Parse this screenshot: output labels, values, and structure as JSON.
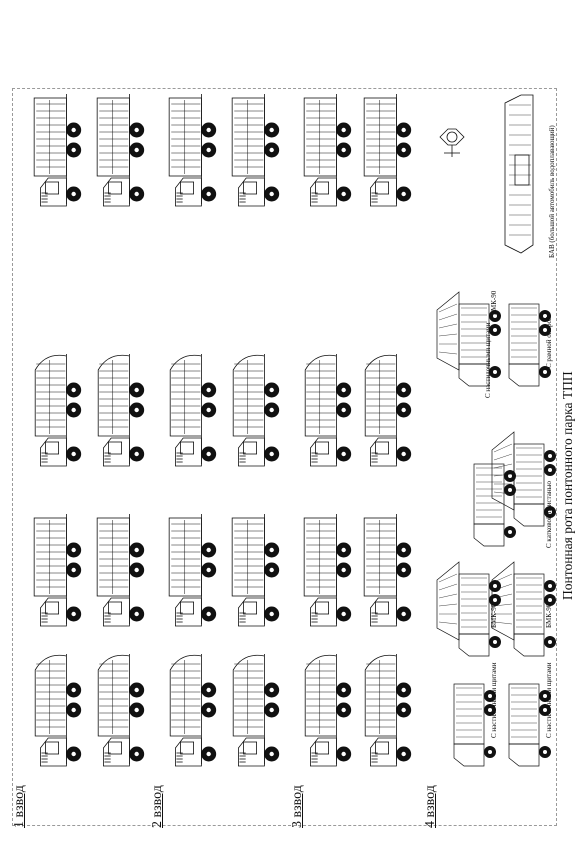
{
  "page": {
    "title": "Понтонная рота понтонного парка ТПП",
    "platoons": [
      "1 взвод",
      "2 взвод",
      "3 взвод",
      "4 взвод"
    ],
    "captions": {
      "deck_sheets_1": "С настилочными щитами",
      "deck_sheets_2": "С настилочными щитами",
      "deck_sheets_3": "С настилочными щитами",
      "bmk_1": "БМК-90",
      "bmk_2": "БМК-90",
      "bmk_3": "БМК-90",
      "rolling_pier": "С катковой пристанью",
      "frame_support": "С рамной опорой",
      "bav": "БАВ (большой автомобиль водоплавающий)"
    }
  },
  "colors": {
    "ink": "#111111",
    "frame": "#9a9a9a",
    "paper": "#ffffff"
  }
}
